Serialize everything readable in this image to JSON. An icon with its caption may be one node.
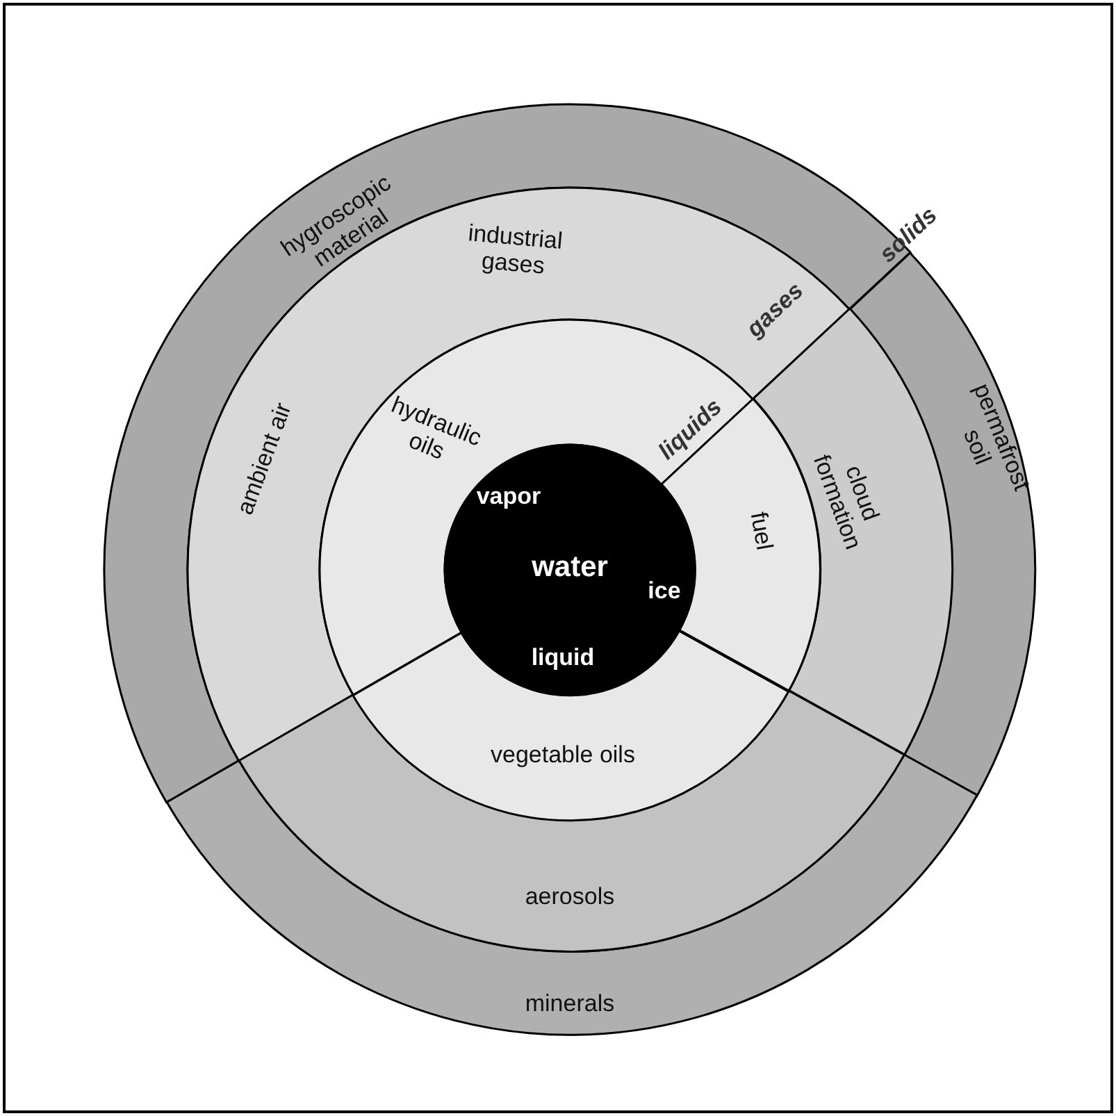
{
  "diagram": {
    "nodes": [
      {
        "text": [
          "hygroscopic material"
        ]
      },
      {
        "text": [
          "permafrost soil"
        ]
      },
      {
        "text": [
          "minerals"
        ]
      },
      {
        "text": [
          "industrial gases",
          "ambient air"
        ]
      },
      {
        "text": [
          "cloud formation"
        ]
      },
      {
        "text": [
          "aerosols"
        ]
      },
      {
        "text": [
          "hydraulic oils"
        ]
      },
      {
        "text": [
          "fuel"
        ]
      },
      {
        "text": [
          "vegetable oils"
        ]
      },
      {
        "text": [
          "vapor",
          "water",
          "ice",
          "liquid"
        ]
      }
    ],
    "labels": [
      "solids",
      "gases",
      "liquids"
    ]
  }
}
